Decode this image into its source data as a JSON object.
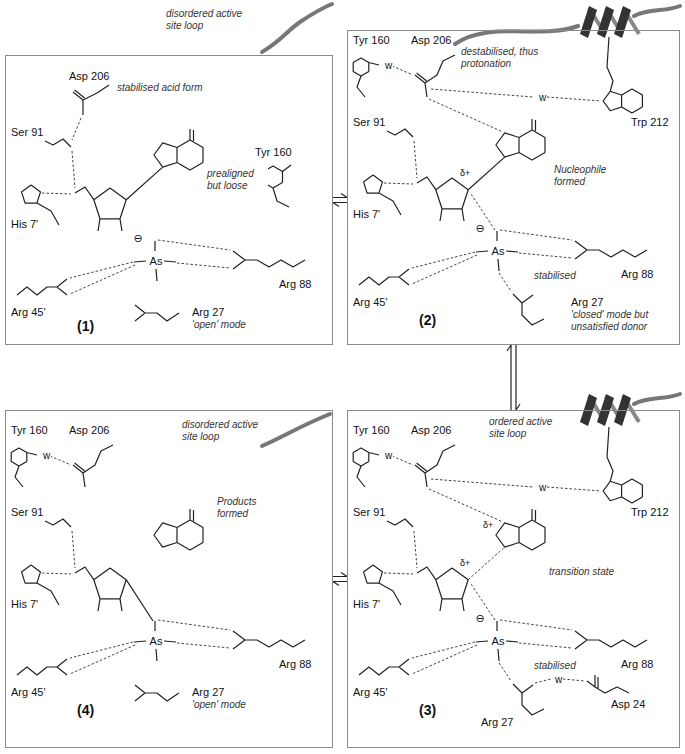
{
  "diagram": {
    "nodes": [
      {
        "text": [
          "Asp 206",
          "stabilised acid form",
          "Ser 91",
          "Tyr 160",
          "prealigned but loose",
          "His 7'",
          "⊖",
          "As",
          "Arg 88",
          "Arg 45'",
          "Arg 27",
          "'open' mode",
          "(1)"
        ]
      },
      {
        "text": [
          "Tyr 160",
          "w",
          "Asp 206",
          "destabilised, thus protonation",
          "w",
          "Trp 212",
          "Ser 91",
          "δ+",
          "Nucleophile formed",
          "His 7'",
          "⊖",
          "As",
          "Arg 88",
          "Arg 45'",
          "stabilised",
          "Arg 27",
          "'closed' mode but unsatisfied donor",
          "(2)"
        ]
      },
      {
        "text": [
          "disordered active site loop",
          "Tyr 160",
          "w",
          "Asp 206",
          "Ser 91",
          "Products formed",
          "His 7'",
          "As",
          "Arg 88",
          "Arg 45'",
          "Arg 27",
          "'open' mode",
          "(4)"
        ]
      },
      {
        "text": [
          "ordered active site loop",
          "Tyr 160",
          "w",
          "Asp 206",
          "w",
          "Trp 212",
          "Ser 91",
          "δ+",
          "δ+",
          "transition state",
          "His 7'",
          "⊖",
          "As",
          "Arg 88",
          "Arg 45'",
          "stabilised",
          "Arg 27",
          "w",
          "Asp 24",
          "(3)"
        ]
      }
    ],
    "edges": [
      {
        "from": 0,
        "to": 1,
        "arrow": "both"
      },
      {
        "from": 1,
        "to": 3,
        "arrow": "both"
      },
      {
        "from": 3,
        "to": 2,
        "arrow": "both"
      }
    ],
    "labels": [
      "disordered active site loop"
    ]
  }
}
